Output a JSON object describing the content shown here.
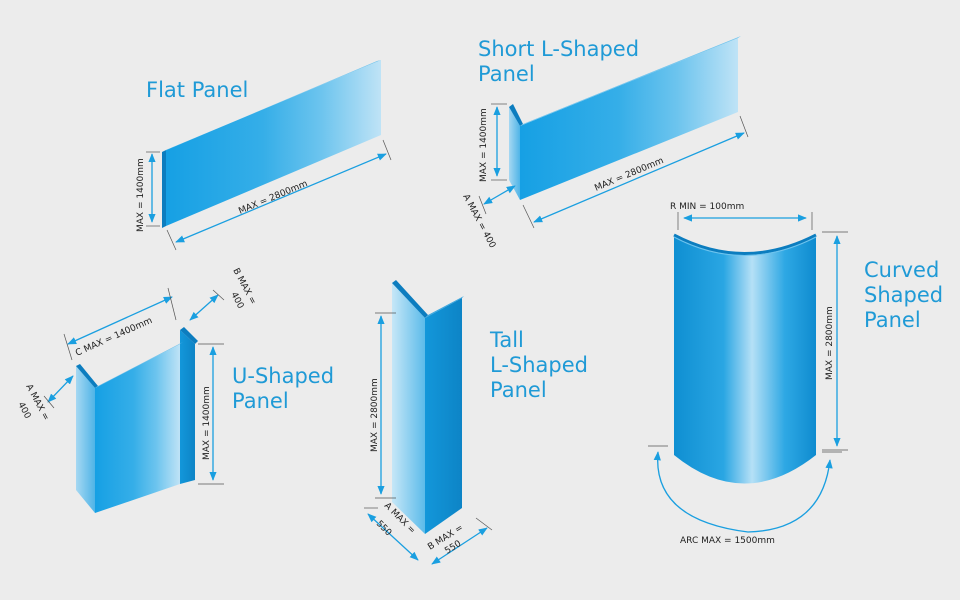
{
  "colors": {
    "background": "#ececec",
    "panel_light": "#bfe3f6",
    "panel_mid": "#39aee6",
    "panel_dark": "#0e8fd2",
    "panel_edge": "#137fc0",
    "title": "#1f9ad6",
    "dimension_arrow": "#1a9fe0",
    "dimension_text": "#222222"
  },
  "panels": {
    "flat": {
      "title": [
        "Flat Panel"
      ],
      "dims": {
        "height": "MAX = 1400mm",
        "width": "MAX = 2800mm"
      }
    },
    "short_l": {
      "title": [
        "Short L-Shaped",
        "Panel"
      ],
      "dims": {
        "height": "MAX = 1400mm",
        "width": "MAX = 2800mm",
        "a": "A MAX = 400"
      }
    },
    "u": {
      "title": [
        "U-Shaped",
        "Panel"
      ],
      "dims": {
        "c": "C MAX = 1400mm",
        "b_line1": "B MAX =",
        "b_line2": "400",
        "a_line1": "A MAX =",
        "a_line2": "400",
        "height": "MAX = 1400mm"
      }
    },
    "tall_l": {
      "title": [
        "Tall",
        "L-Shaped",
        "Panel"
      ],
      "dims": {
        "height": "MAX = 2800mm",
        "a_line1": "A MAX =",
        "a_line2": "550",
        "b_line1": "B MAX =",
        "b_line2": "550"
      }
    },
    "curved": {
      "title": [
        "Curved",
        "Shaped",
        "Panel"
      ],
      "dims": {
        "radius": "R MIN = 100mm",
        "height": "MAX = 2800mm",
        "arc": "ARC MAX = 1500mm"
      }
    }
  }
}
